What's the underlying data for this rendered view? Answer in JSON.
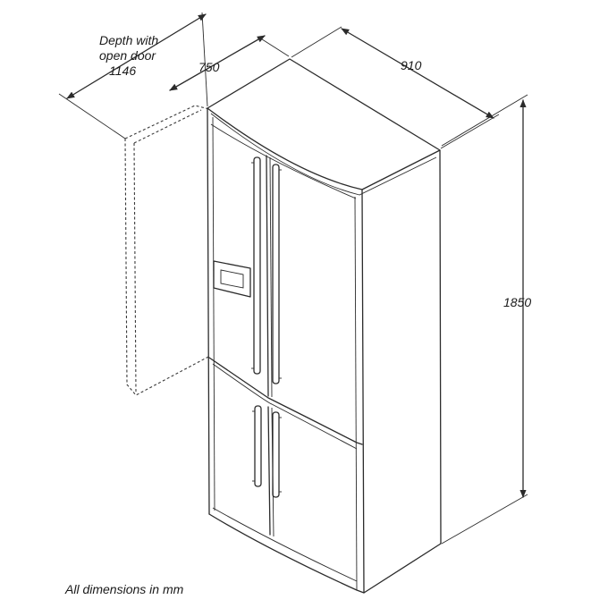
{
  "dimensions": {
    "depth_open_door": {
      "line1": "Depth with",
      "line2": "open door",
      "value": "1146"
    },
    "depth": "750",
    "width": "910",
    "height": "1850"
  },
  "note": "All dimensions in mm"
}
